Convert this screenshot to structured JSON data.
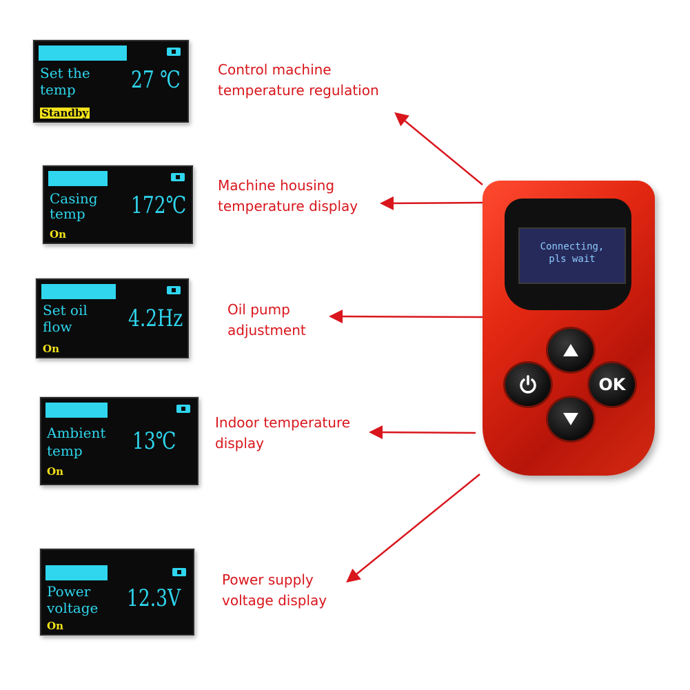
{
  "screens": [
    {
      "line1": "Set the",
      "line2": "temp",
      "value": "27 ℃",
      "status": "Standby"
    },
    {
      "line1": "Casing",
      "line2": "temp",
      "value": "172℃",
      "status": "On"
    },
    {
      "line1": "Set oil",
      "line2": "flow",
      "value": "4.2Hz",
      "status": "On"
    },
    {
      "line1": "Ambient",
      "line2": "temp",
      "value": "13℃",
      "status": "On"
    },
    {
      "line1": "Power",
      "line2": "voltage",
      "value": "12.3V",
      "status": "On"
    }
  ],
  "callouts": [
    {
      "line1": "Control machine",
      "line2": "temperature regulation"
    },
    {
      "line1": "Machine housing",
      "line2": "temperature display"
    },
    {
      "line1": "Oil pump",
      "line2": "adjustment"
    },
    {
      "line1": "Indoor temperature",
      "line2": "display"
    },
    {
      "line1": "Power supply",
      "line2": "voltage display"
    }
  ],
  "device": {
    "lcd_line1": "Connecting,",
    "lcd_line2": "pls wait",
    "ok_label": "OK",
    "up_icon": "triangle-up-icon",
    "down_icon": "triangle-down-icon",
    "power_icon": "power-icon"
  },
  "colors": {
    "label_red": "#d8161c",
    "oled_cyan": "#2fd6ee",
    "oled_yellow": "#f2e21a",
    "device_red": "#e32812"
  }
}
